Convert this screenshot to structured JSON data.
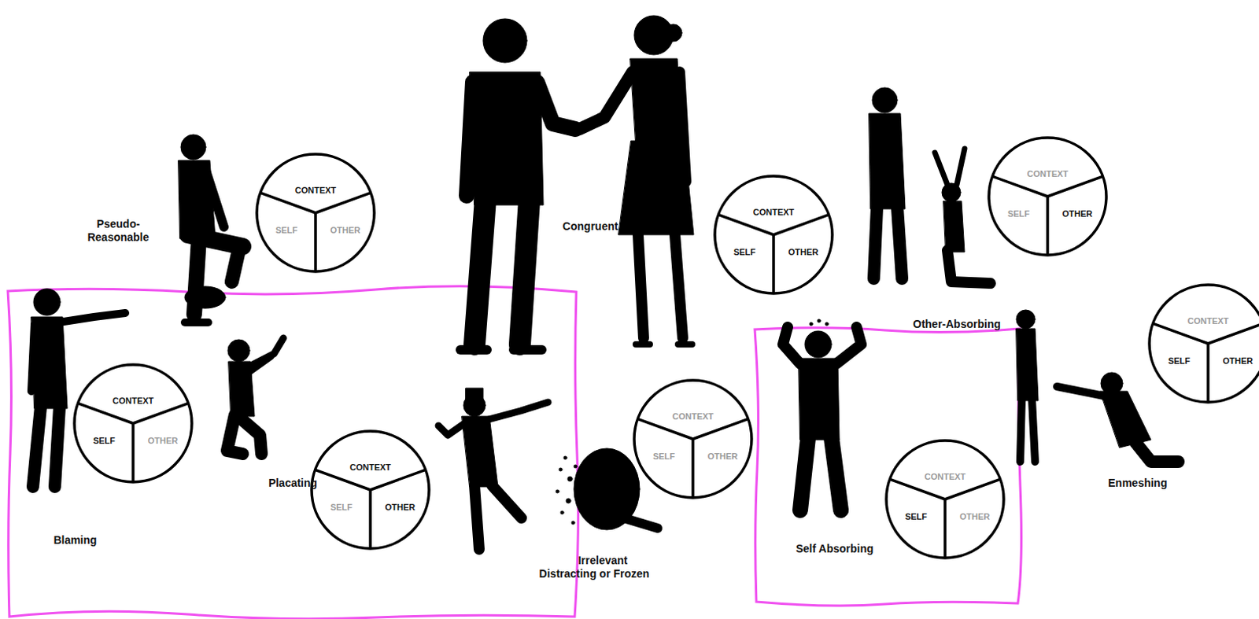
{
  "diagram": {
    "nodes": [
      {
        "text": [
          "CONTEXT",
          "SELF",
          "OTHER"
        ]
      },
      {
        "text": [
          "CONTEXT",
          "SELF",
          "OTHER"
        ]
      },
      {
        "text": [
          "CONTEXT",
          "SELF",
          "OTHER"
        ]
      },
      {
        "text": [
          "CONTEXT",
          "SELF",
          "OTHER"
        ]
      },
      {
        "text": [
          "CONTEXT",
          "SELF",
          "OTHER"
        ]
      },
      {
        "text": [
          "CONTEXT",
          "SELF",
          "OTHER"
        ]
      },
      {
        "text": [
          "CONTEXT",
          "SELF",
          "OTHER"
        ]
      },
      {
        "text": [
          "CONTEXT",
          "SELF",
          "OTHER"
        ]
      }
    ],
    "labels": [
      "Pseudo- Reasonable",
      "Congruent",
      "Other-Absorbing",
      "Blaming",
      "Placating",
      "Irrelevant Distracting or Frozen",
      "Self Absorbing",
      "Enmeshing"
    ]
  }
}
